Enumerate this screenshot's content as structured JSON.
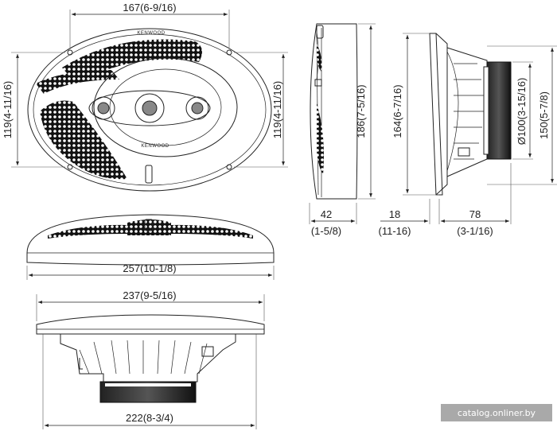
{
  "brand": "KENWOOD",
  "watermark": "catalog.onliner.by",
  "dimensions": {
    "front_width": "167(6-9/16)",
    "front_height_left": "119(4-11/16)",
    "front_height_right": "119(4-11/16)",
    "side_height": "186(7-5/16)",
    "side_depth_mm": "42",
    "side_depth_in": "(1-5/8)",
    "mount_height": "164(6-7/16)",
    "magnet_diameter": "Ø100(3-15/16)",
    "cut_height": "150(5-7/8)",
    "flange_mm": "18",
    "flange_in": "(11-16)",
    "mount_depth_mm": "78",
    "mount_depth_in": "(3-1/16)",
    "top_width": "257(10-1/8)",
    "bottom_width_top": "237(9-5/16)",
    "bottom_width_bottom": "222(8-3/4)"
  }
}
